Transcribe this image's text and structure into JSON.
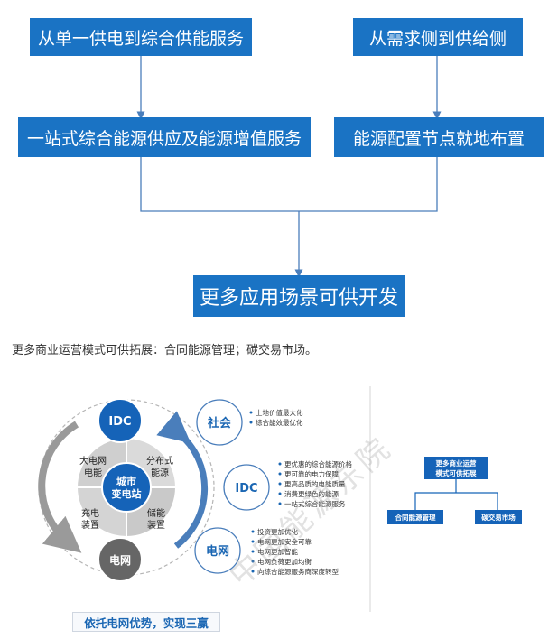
{
  "flow": {
    "box_top_left": "从单一供电到综合供能服务",
    "box_top_right": "从需求侧到供给侧",
    "box_mid_left": "一站式综合能源供应及能源增值服务",
    "box_mid_right": "能源配置节点就地布置",
    "box_bottom": "更多应用场景可供开发"
  },
  "caption": "更多商业运营模式可供拓展：合同能源管理；碳交易市场。",
  "figure": {
    "hub": {
      "top": "IDC",
      "bottom": "电网",
      "center": [
        "城市",
        "变电站"
      ]
    },
    "sectors": {
      "upper_left": [
        "大电网",
        "电能"
      ],
      "upper_right": [
        "分布式",
        "能源"
      ],
      "lower_left": [
        "充电",
        "装置"
      ],
      "lower_right": [
        "储能",
        "装置"
      ]
    },
    "benefits": [
      {
        "label": "社会",
        "items": [
          "土地价值最大化",
          "综合能效最优化"
        ]
      },
      {
        "label": "IDC",
        "items": [
          "更优惠的综合能源价格",
          "更可靠的电力保障",
          "更高品质的电能质量",
          "消费更绿色的能源",
          "一站式综合能源服务"
        ]
      },
      {
        "label": "电网",
        "items": [
          "投资更加优化",
          "电网更加安全可靠",
          "电网更加智能",
          "电网负荷更加均衡",
          "向综合能源服务商深度转型"
        ]
      }
    ],
    "title": "依托电网优势，实现三赢",
    "watermark": "中国能源东院"
  },
  "tree": {
    "root": [
      "更多商业运营",
      "模式可供拓展"
    ],
    "left": "合同能源管理",
    "right": "碳交易市场"
  },
  "colors": {
    "primary": "#1a73c4",
    "dark_circle": "#1563b8",
    "grey_circle": "#666666"
  }
}
